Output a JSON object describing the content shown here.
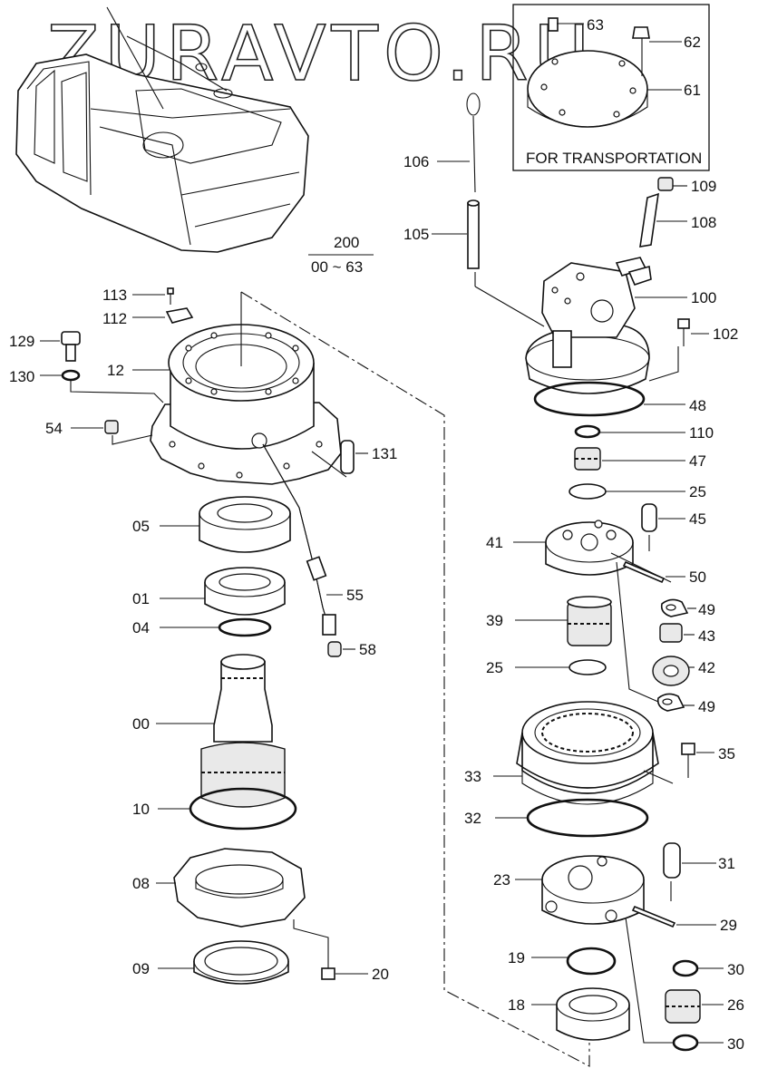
{
  "watermark": "ZURAVTO.RU",
  "assembly": {
    "number": "200",
    "range": "00 ~ 63"
  },
  "inset": {
    "caption": "FOR TRANSPORTATION"
  },
  "labels": {
    "p63": "63",
    "p62": "62",
    "p61": "61",
    "p106": "106",
    "p109": "109",
    "p108": "108",
    "p105": "105",
    "p100": "100",
    "p102": "102",
    "p48": "48",
    "p110": "110",
    "p47": "47",
    "p25a": "25",
    "p45": "45",
    "p41": "41",
    "p50": "50",
    "p49a": "49",
    "p43": "43",
    "p39": "39",
    "p42": "42",
    "p25b": "25",
    "p49b": "49",
    "p35": "35",
    "p33": "33",
    "p32": "32",
    "p31": "31",
    "p23": "23",
    "p29": "29",
    "p19": "19",
    "p30a": "30",
    "p18": "18",
    "p26": "26",
    "p30b": "30",
    "p113": "113",
    "p112": "112",
    "p129": "129",
    "p130": "130",
    "p12": "12",
    "p54": "54",
    "p131": "131",
    "p05": "05",
    "p01": "01",
    "p55": "55",
    "p04": "04",
    "p58": "58",
    "p00": "00",
    "p10": "10",
    "p08": "08",
    "p09": "09",
    "p20": "20"
  }
}
